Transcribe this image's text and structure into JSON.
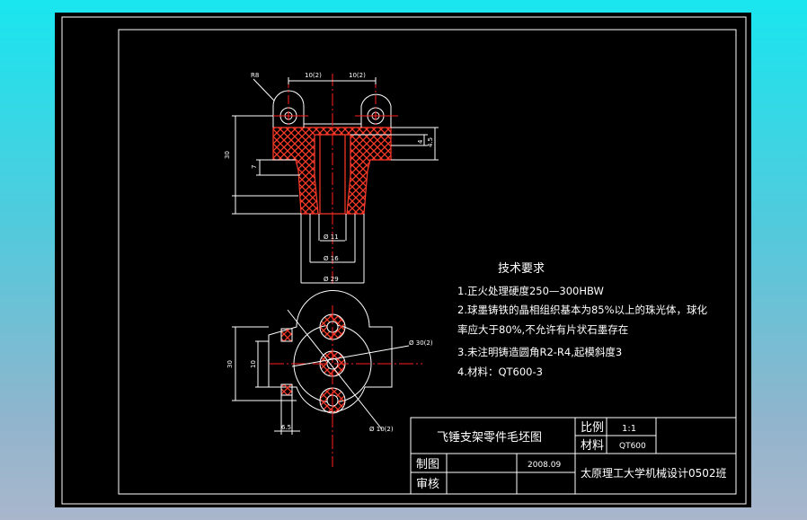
{
  "notes": {
    "title": "技术要求",
    "items": [
      "1.正火处理硬度250—300HBW",
      "2.球墨铸铁的晶相组织基本为85%以上的珠光体，球化",
      "率应大于80%,不允许有片状石墨存在",
      "3.未注明铸造圆角R2-R4,起模斜度3",
      "4.材料：QT600-3"
    ]
  },
  "title_block": {
    "part_name": "飞锤支架零件毛坯图",
    "scale_label": "比例",
    "scale_value": "1:1",
    "material_label": "材料",
    "material_value": "QT600",
    "drawn_label": "制图",
    "checked_label": "审核",
    "date": "2008.09",
    "school": "太原理工大学机械设计0502班"
  },
  "dimensions": {
    "top_r": "R8",
    "top_left": "10(2)",
    "top_right": "10(2)",
    "left_height": "30",
    "left_small": "7",
    "right_a": "4",
    "right_b": "4.5",
    "d_inner": "Ø 11",
    "d_mid": "Ø 16",
    "d_outer": "Ø 29",
    "bv_left": "30",
    "bv_left_inner": "10",
    "bv_bottom": "6.5",
    "bv_pcd": "Ø 30(2)",
    "bv_hole": "Ø 10(2)"
  },
  "colors": {
    "frame_bg": "#000000",
    "line": "#ffffff",
    "center_line": "#ff2020",
    "section": "#ff3a2a"
  }
}
